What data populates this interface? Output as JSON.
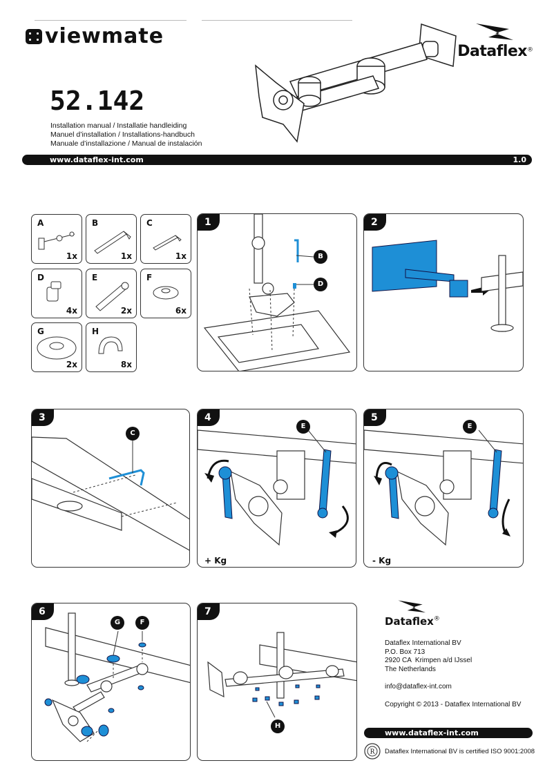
{
  "brand": {
    "viewmate": "viewmate",
    "dataflex": "Dataflex",
    "registered": "®"
  },
  "model": "52.142",
  "subtitles": [
    "Installation manual / Installatie handleiding",
    "Manuel d’installation / Installations-handbuch",
    "Manuale d’installazione / Manual de instalación"
  ],
  "header_bar": {
    "url": "www.dataflex-int.com",
    "version": "1.0"
  },
  "parts": [
    {
      "letter": "A",
      "qty": "1x"
    },
    {
      "letter": "B",
      "qty": "1x"
    },
    {
      "letter": "C",
      "qty": "1x"
    },
    {
      "letter": "D",
      "qty": "4x"
    },
    {
      "letter": "E",
      "qty": "2x"
    },
    {
      "letter": "F",
      "qty": "6x"
    },
    {
      "letter": "G",
      "qty": "2x"
    },
    {
      "letter": "H",
      "qty": "8x"
    }
  ],
  "steps": [
    "1",
    "2",
    "3",
    "4",
    "5",
    "6",
    "7"
  ],
  "badges": {
    "s1": [
      "B",
      "D"
    ],
    "s3": [
      "C"
    ],
    "s4": [
      "E"
    ],
    "s5": [
      "E"
    ],
    "s6": [
      "G",
      "F"
    ],
    "s7": [
      "H"
    ]
  },
  "weight_labels": {
    "increase": "+ Kg",
    "decrease": "- Kg"
  },
  "contact": {
    "company": "Dataflex International BV",
    "box": "P.O. Box 713",
    "city": "2920 CA  Krimpen a/d IJssel",
    "country": "The Netherlands",
    "email": "info@dataflex-int.com",
    "copyright": "Copyright © 2013 - Dataflex International BV"
  },
  "footer_bar": {
    "url": "www.dataflex-int.com"
  },
  "certification": "Dataflex International BV is certified ISO 9001:2008",
  "colors": {
    "accent_blue": "#1e8fd6",
    "ink": "#111111"
  }
}
